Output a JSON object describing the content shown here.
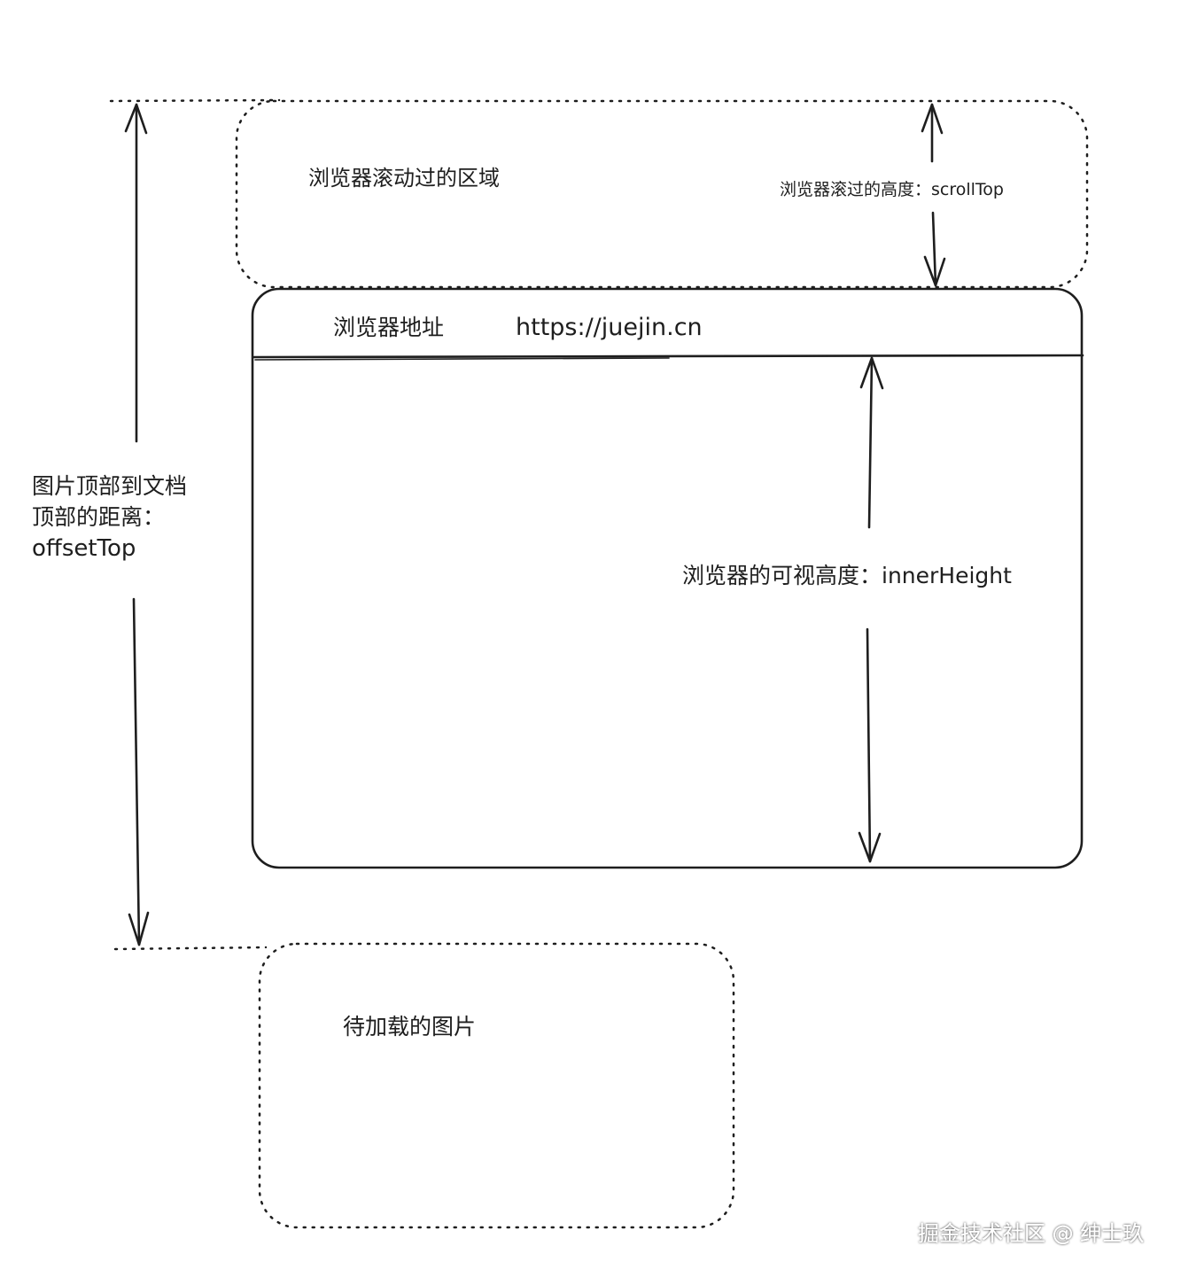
{
  "scrolled_area": {
    "label": "浏览器滚动过的区域",
    "scrolltop_label": "浏览器滚过的高度：scrollTop"
  },
  "browser_window": {
    "address_label": "浏览器地址",
    "url": "https://juejin.cn",
    "inner_height_label": "浏览器的可视高度：innerHeight"
  },
  "offset_top_label": {
    "line1": "图片顶部到文档",
    "line2": "顶部的距离：",
    "line3": "offsetTop"
  },
  "pending_image": {
    "label": "待加载的图片"
  },
  "watermark": "掘金技术社区 @ 绅士玖",
  "colors": {
    "stroke": "#1e1e1e",
    "background": "#ffffff",
    "watermark": "#ffffff"
  }
}
